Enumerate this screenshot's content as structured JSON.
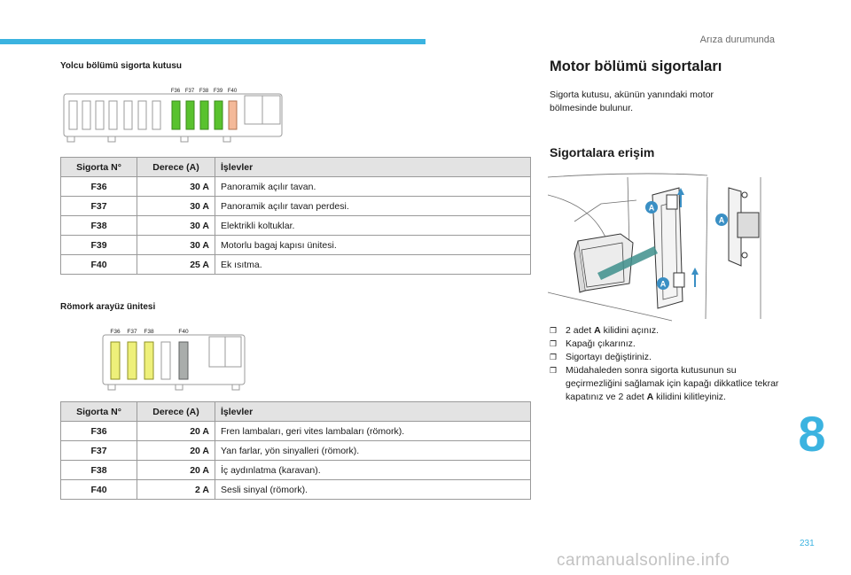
{
  "header": {
    "section_title": "Arıza durumunda"
  },
  "left": {
    "passenger_title": "Yolcu bölümü sigorta kutusu",
    "passenger_diagram_labels": [
      "F36",
      "F37",
      "F38",
      "F39",
      "F40"
    ],
    "table1": {
      "headers": [
        "Sigorta N°",
        "Derece (A)",
        "İşlevler"
      ],
      "rows": [
        {
          "num": "F36",
          "amp": "30 A",
          "func": "Panoramik açılır tavan."
        },
        {
          "num": "F37",
          "amp": "30 A",
          "func": "Panoramik açılır tavan perdesi."
        },
        {
          "num": "F38",
          "amp": "30 A",
          "func": "Elektrikli koltuklar."
        },
        {
          "num": "F39",
          "amp": "30 A",
          "func": "Motorlu bagaj kapısı ünitesi."
        },
        {
          "num": "F40",
          "amp": "25 A",
          "func": "Ek ısıtma."
        }
      ]
    },
    "trailer_title": "Römork arayüz ünitesi",
    "trailer_diagram_labels": [
      "F36",
      "F37",
      "F38",
      "F40"
    ],
    "table2": {
      "headers": [
        "Sigorta N°",
        "Derece (A)",
        "İşlevler"
      ],
      "rows": [
        {
          "num": "F36",
          "amp": "20 A",
          "func": "Fren lambaları, geri vites lambaları (römork)."
        },
        {
          "num": "F37",
          "amp": "20 A",
          "func": "Yan farlar, yön sinyalleri (römork)."
        },
        {
          "num": "F38",
          "amp": "20 A",
          "func": "İç aydınlatma (karavan)."
        },
        {
          "num": "F40",
          "amp": "2 A",
          "func": "Sesli sinyal (römork)."
        }
      ]
    }
  },
  "right": {
    "title": "Motor bölümü sigortaları",
    "paragraph": "Sigorta kutusu, akünün yanındaki motor bölmesinde bulunur.",
    "subtitle": "Sigortalara erişim",
    "callout_label": "A",
    "steps": [
      {
        "pre": "2 adet ",
        "bold": "A",
        "post": " kilidini açınız."
      },
      {
        "pre": "Kapağı çıkarınız.",
        "bold": "",
        "post": ""
      },
      {
        "pre": "Sigortayı değiştiriniz.",
        "bold": "",
        "post": ""
      },
      {
        "pre": "Müdahaleden sonra sigorta kutusunun su geçirmezliğini sağlamak için kapağı dikkatlice tekrar kapatınız ve 2 adet ",
        "bold": "A",
        "post": " kilidini kilitleyiniz."
      }
    ],
    "bullet_glyph": "❐"
  },
  "chapter_number": "8",
  "page_number": "231",
  "watermark": "carmanualsonline.info",
  "colors": {
    "accent": "#3bb3e0",
    "fuse_green": "#59c22e",
    "fuse_orange": "#f4b999",
    "fuse_yellow": "#eef07a",
    "fuse_gray": "#a9adab",
    "callout": "#3a8fc4"
  }
}
